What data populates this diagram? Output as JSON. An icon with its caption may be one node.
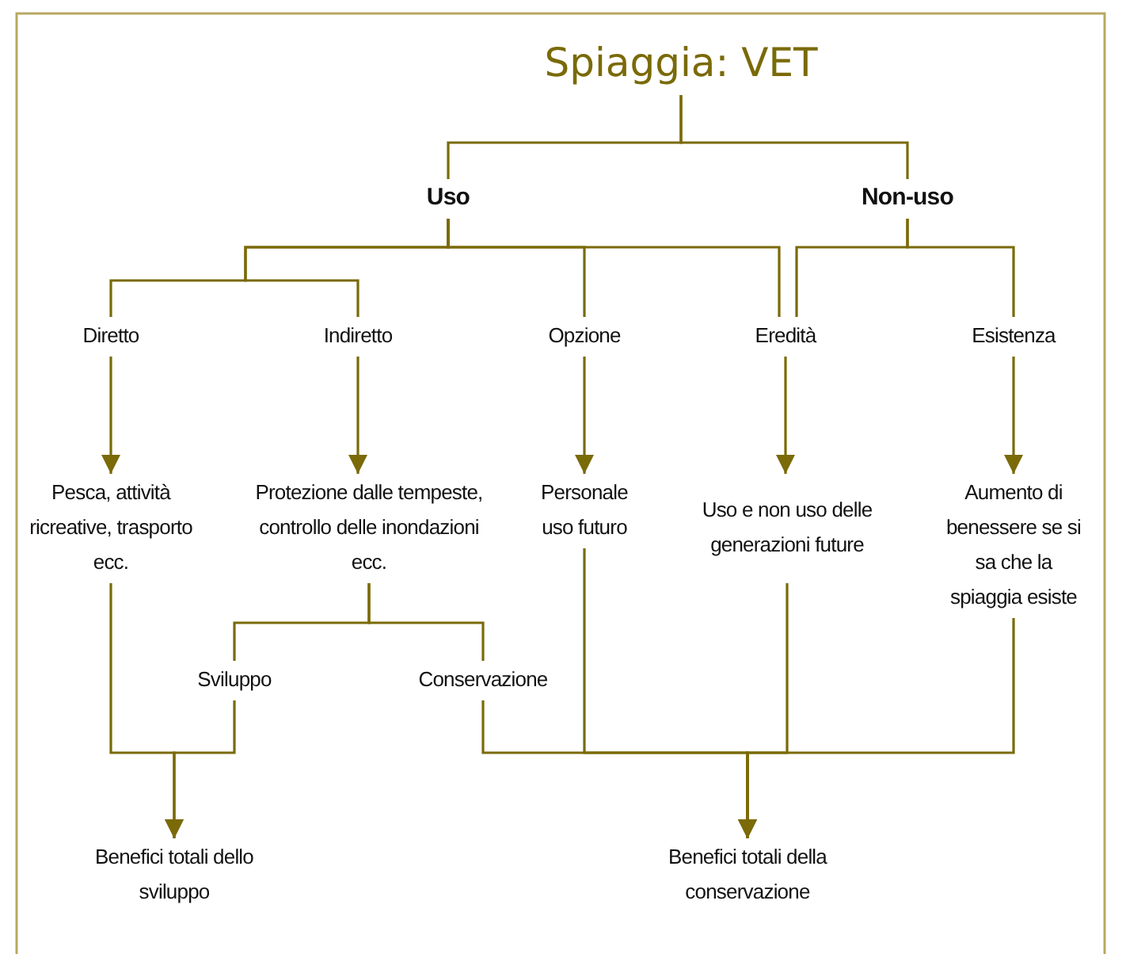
{
  "diagram": {
    "nodes": [
      {
        "text": [
          "Spiaggia: VET"
        ]
      },
      {
        "text": [
          "Uso"
        ]
      },
      {
        "text": [
          "Non-uso"
        ]
      },
      {
        "text": [
          "Diretto"
        ]
      },
      {
        "text": [
          "Indiretto"
        ]
      },
      {
        "text": [
          "Opzione"
        ]
      },
      {
        "text": [
          "Eredità"
        ]
      },
      {
        "text": [
          "Esistenza"
        ]
      },
      {
        "text": [
          "Pesca, attività ricreative, trasporto ecc."
        ]
      },
      {
        "text": [
          "Protezione dalle tempeste, controllo delle inondazioni ecc."
        ]
      },
      {
        "text": [
          "Personale uso futuro"
        ]
      },
      {
        "text": [
          "Uso e non uso delle generazioni future"
        ]
      },
      {
        "text": [
          "Aumento di benessere se si sa che la spiaggia esiste"
        ]
      },
      {
        "text": [
          "Sviluppo"
        ]
      },
      {
        "text": [
          "Conservazione"
        ]
      },
      {
        "text": [
          "Benefici totali dello sviluppo"
        ]
      },
      {
        "text": [
          "Benefici totali della conservazione"
        ]
      }
    ],
    "edges": [
      {
        "from": 0,
        "to": 1,
        "arrow": "none"
      },
      {
        "from": 0,
        "to": 2,
        "arrow": "none"
      },
      {
        "from": 1,
        "to": 3,
        "arrow": "none"
      },
      {
        "from": 1,
        "to": 4,
        "arrow": "none"
      },
      {
        "from": 1,
        "to": 5,
        "arrow": "none"
      },
      {
        "from": 1,
        "to": 6,
        "arrow": "none"
      },
      {
        "from": 2,
        "to": 6,
        "arrow": "none"
      },
      {
        "from": 2,
        "to": 7,
        "arrow": "none"
      },
      {
        "from": 3,
        "to": 8,
        "arrow": "to"
      },
      {
        "from": 4,
        "to": 9,
        "arrow": "to"
      },
      {
        "from": 5,
        "to": 10,
        "arrow": "to"
      },
      {
        "from": 6,
        "to": 11,
        "arrow": "to"
      },
      {
        "from": 7,
        "to": 12,
        "arrow": "to"
      },
      {
        "from": 9,
        "to": 13,
        "arrow": "none"
      },
      {
        "from": 9,
        "to": 14,
        "arrow": "none"
      },
      {
        "from": 8,
        "to": 15,
        "arrow": "to"
      },
      {
        "from": 13,
        "to": 15,
        "arrow": "to"
      },
      {
        "from": 14,
        "to": 16,
        "arrow": "to"
      },
      {
        "from": 10,
        "to": 16,
        "arrow": "to"
      },
      {
        "from": 11,
        "to": 16,
        "arrow": "to"
      },
      {
        "from": 12,
        "to": 16,
        "arrow": "to"
      }
    ]
  }
}
